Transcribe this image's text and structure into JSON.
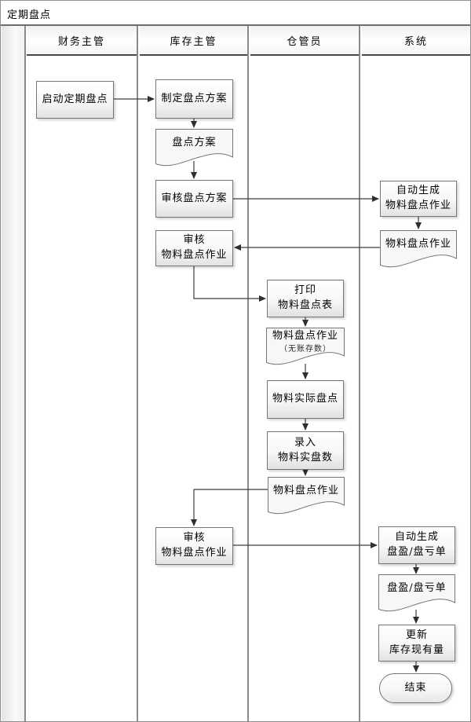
{
  "title": "定期盘点",
  "lanes": [
    {
      "label": "财务主管"
    },
    {
      "label": "库存主管"
    },
    {
      "label": "仓管员"
    },
    {
      "label": "系统"
    }
  ],
  "nodes": {
    "start": {
      "label": "启动定期盘点"
    },
    "make_plan": {
      "label": "制定盘点方案"
    },
    "plan_doc": {
      "label": "盘点方案"
    },
    "review_plan": {
      "label": "审核盘点方案"
    },
    "review_job_1": {
      "line1": "审核",
      "line2": "物料盘点作业"
    },
    "auto_gen_job": {
      "line1": "自动生成",
      "line2": "物料盘点作业"
    },
    "job_doc_system": {
      "label": "物料盘点作业"
    },
    "print_sheet": {
      "line1": "打印",
      "line2": "物料盘点表"
    },
    "job_doc_no_qty": {
      "label": "物料盘点作业",
      "note": "（无账存数）"
    },
    "physical_count": {
      "label": "物料实际盘点"
    },
    "enter_count": {
      "line1": "录入",
      "line2": "物料实盘数"
    },
    "job_doc_warehouse": {
      "label": "物料盘点作业"
    },
    "review_job_2": {
      "line1": "审核",
      "line2": "物料盘点作业"
    },
    "auto_gen_gainloss": {
      "line1": "自动生成",
      "line2": "盘盈/盘亏单"
    },
    "gainloss_doc": {
      "label": "盘盈/盘亏单"
    },
    "update_onhand": {
      "line1": "更新",
      "line2": "库存现有量"
    },
    "end": {
      "label": "结束"
    }
  },
  "colors": {
    "connector_line": "#3f3f3f",
    "box_border": "#767676",
    "lane_divider": "#8a8a8a",
    "header_rule": "#4a4a4a"
  }
}
